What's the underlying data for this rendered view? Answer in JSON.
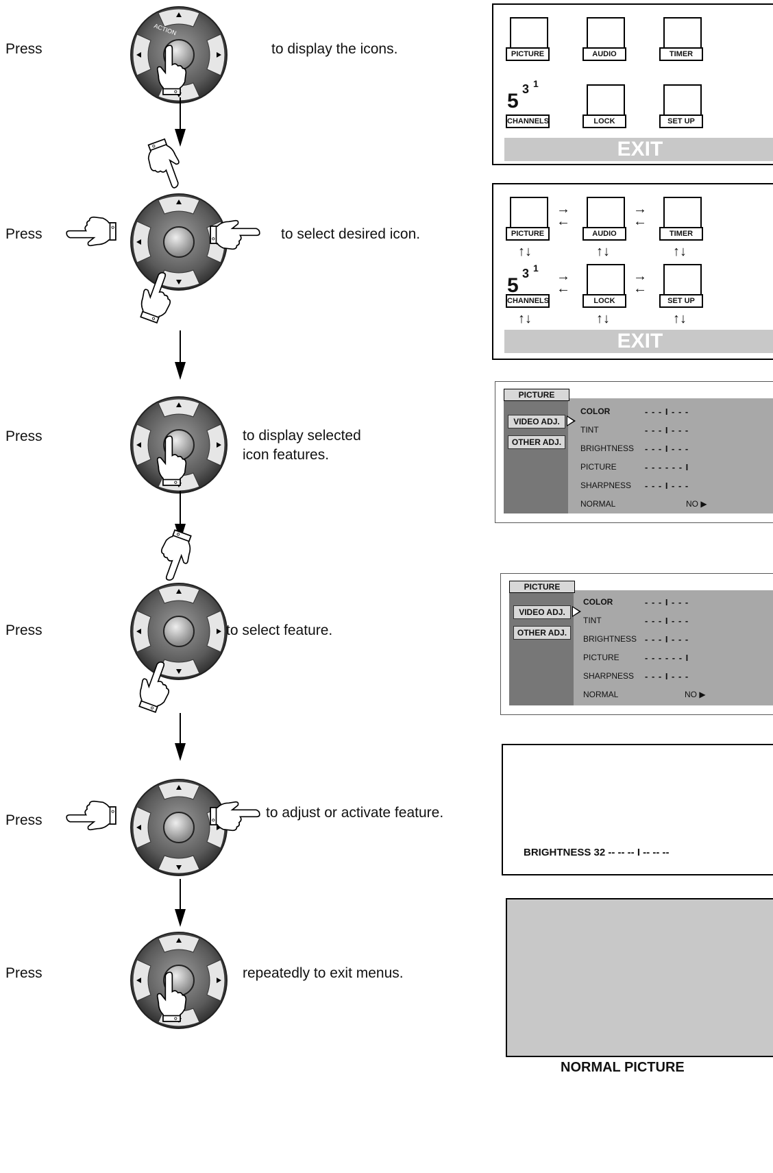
{
  "steps": [
    {
      "press": "Press",
      "text": "to display the icons."
    },
    {
      "press": "Press",
      "text": "to select desired icon."
    },
    {
      "press": "Press",
      "text_line1": "to display selected",
      "text_line2": "icon features."
    },
    {
      "press": "Press",
      "text": "to select feature."
    },
    {
      "press": "Press",
      "text": "to adjust or activate feature."
    },
    {
      "press": "Press",
      "text": "repeatedly to exit menus."
    }
  ],
  "remote": {
    "action_label": "ACTION"
  },
  "icon_menu": {
    "icons": [
      "PICTURE",
      "AUDIO",
      "TIMER",
      "CHANNELS",
      "LOCK",
      "SET UP"
    ],
    "channels_digits": "5",
    "channels_super": "3",
    "channels_super2": "1",
    "exit": "EXIT"
  },
  "picture_menu": {
    "tab": "PICTURE",
    "side": [
      "VIDEO ADJ.",
      "OTHER ADJ."
    ],
    "rows": [
      {
        "label": "COLOR",
        "scale": "- - - I - - -"
      },
      {
        "label": "TINT",
        "scale": "- - - I - - -"
      },
      {
        "label": "BRIGHTNESS",
        "scale": "- - - I - - -"
      },
      {
        "label": "PICTURE",
        "scale": "- - - - - - I"
      },
      {
        "label": "SHARPNESS",
        "scale": "- - - I - - -"
      },
      {
        "label": "NORMAL",
        "scale": "NO ▶"
      }
    ]
  },
  "brightness_screen": {
    "text": "BRIGHTNESS 32  -- -- -- I -- -- --"
  },
  "normal_screen": {
    "caption": "NORMAL PICTURE",
    "color": "#c8c8c8"
  }
}
